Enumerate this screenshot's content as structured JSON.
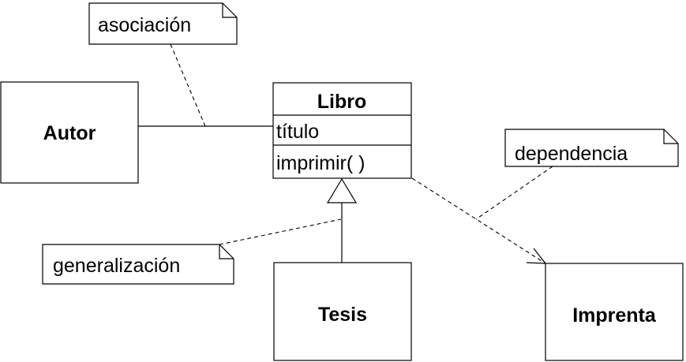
{
  "classes": {
    "autor": "Autor",
    "libro": {
      "name": "Libro",
      "attribute": "título",
      "operation": "imprimir( )"
    },
    "tesis": "Tesis",
    "imprenta": "Imprenta"
  },
  "notes": {
    "asociacion": "asociación",
    "dependencia": "dependencia",
    "generalizacion": "generalización"
  }
}
